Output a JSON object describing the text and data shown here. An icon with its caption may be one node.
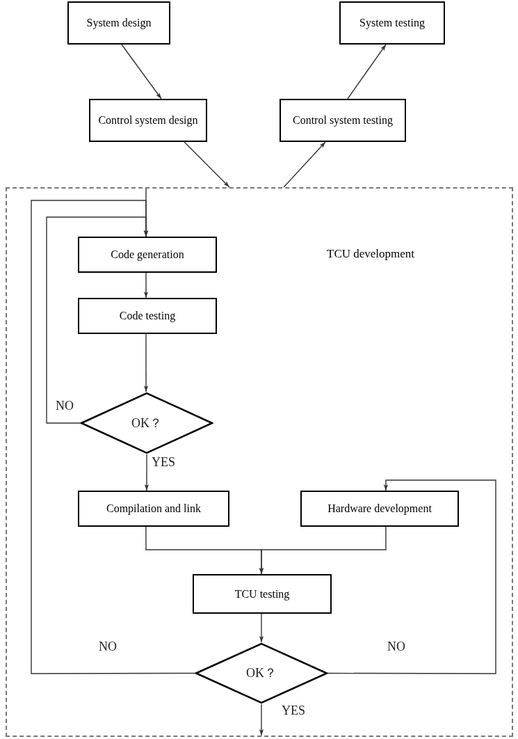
{
  "diagram": {
    "nodes": [
      {
        "text": [
          "System design"
        ]
      },
      {
        "text": [
          "Control system design"
        ]
      },
      {
        "text": [
          "System testing"
        ]
      },
      {
        "text": [
          "Control system testing"
        ]
      },
      {
        "text": [
          "TCU development"
        ]
      },
      {
        "text": [
          "Code generation"
        ],
        "in": 4
      },
      {
        "text": [
          "Code testing"
        ],
        "in": 4
      },
      {
        "text": [
          "OK？"
        ],
        "in": 4
      },
      {
        "text": [
          "Compilation and link"
        ],
        "in": 4
      },
      {
        "text": [
          "Hardware development"
        ],
        "in": 4
      },
      {
        "text": [
          "TCU testing"
        ],
        "in": 4
      },
      {
        "text": [
          "OK？"
        ],
        "in": 4
      }
    ],
    "edges": [
      {
        "from": 0,
        "to": 1,
        "arrow": "to"
      },
      {
        "from": 1,
        "to": 4,
        "arrow": "to"
      },
      {
        "from": 4,
        "to": 3,
        "arrow": "to"
      },
      {
        "from": 3,
        "to": 2,
        "arrow": "to"
      },
      {
        "from": null,
        "to": 5,
        "arrow": "to"
      },
      {
        "from": 5,
        "to": 6,
        "arrow": "to"
      },
      {
        "from": 6,
        "to": 7,
        "arrow": "to"
      },
      {
        "from": 7,
        "to": 5,
        "label": "NO",
        "arrow": "to"
      },
      {
        "from": 7,
        "to": 8,
        "label": "YES",
        "arrow": "to"
      },
      {
        "from": 8,
        "to": 10,
        "arrow": "to"
      },
      {
        "from": 9,
        "to": 10,
        "arrow": "to"
      },
      {
        "from": 10,
        "to": 11,
        "arrow": "to"
      },
      {
        "from": 11,
        "to": 5,
        "label": "NO",
        "arrow": "to"
      },
      {
        "from": 11,
        "to": 9,
        "label": "NO",
        "arrow": "to"
      },
      {
        "from": 11,
        "to": null,
        "label": "YES",
        "arrow": "to"
      }
    ]
  }
}
